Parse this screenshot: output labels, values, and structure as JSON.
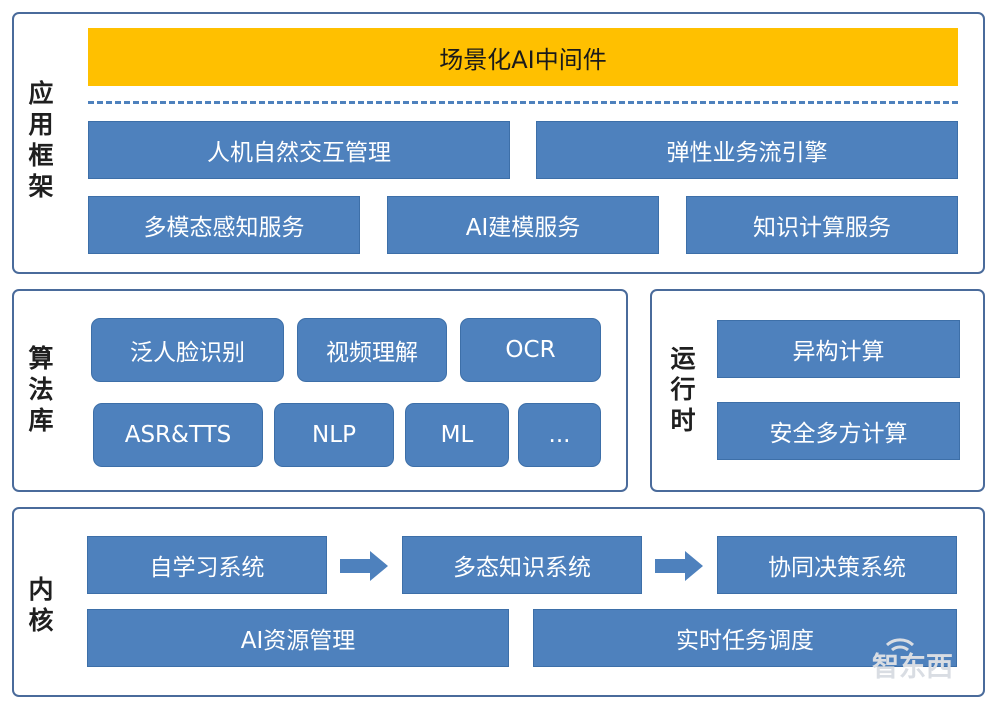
{
  "app_framework": {
    "side_label": [
      "应",
      "用",
      "框",
      "架"
    ],
    "middleware": "场景化AI中间件",
    "row1": [
      "人机自然交互管理",
      "弹性业务流引擎"
    ],
    "row2": [
      "多模态感知服务",
      "AI建模服务",
      "知识计算服务"
    ]
  },
  "algorithm_library": {
    "side_label": [
      "算",
      "法",
      "库"
    ],
    "row1": [
      "泛人脸识别",
      "视频理解",
      "OCR"
    ],
    "row2": [
      "ASR&TTS",
      "NLP",
      "ML",
      "..."
    ]
  },
  "runtime": {
    "side_label": [
      "运",
      "行",
      "时"
    ],
    "items": [
      "异构计算",
      "安全多方计算"
    ]
  },
  "kernel": {
    "side_label": [
      "内",
      "核"
    ],
    "flow": [
      "自学习系统",
      "多态知识系统",
      "协同决策系统"
    ],
    "row2": [
      "AI资源管理",
      "实时任务调度"
    ]
  },
  "colors": {
    "box_blue": "#4e81bd",
    "highlight_yellow": "#ffc000",
    "panel_border": "#4a6b9b"
  },
  "watermark": "智东西"
}
